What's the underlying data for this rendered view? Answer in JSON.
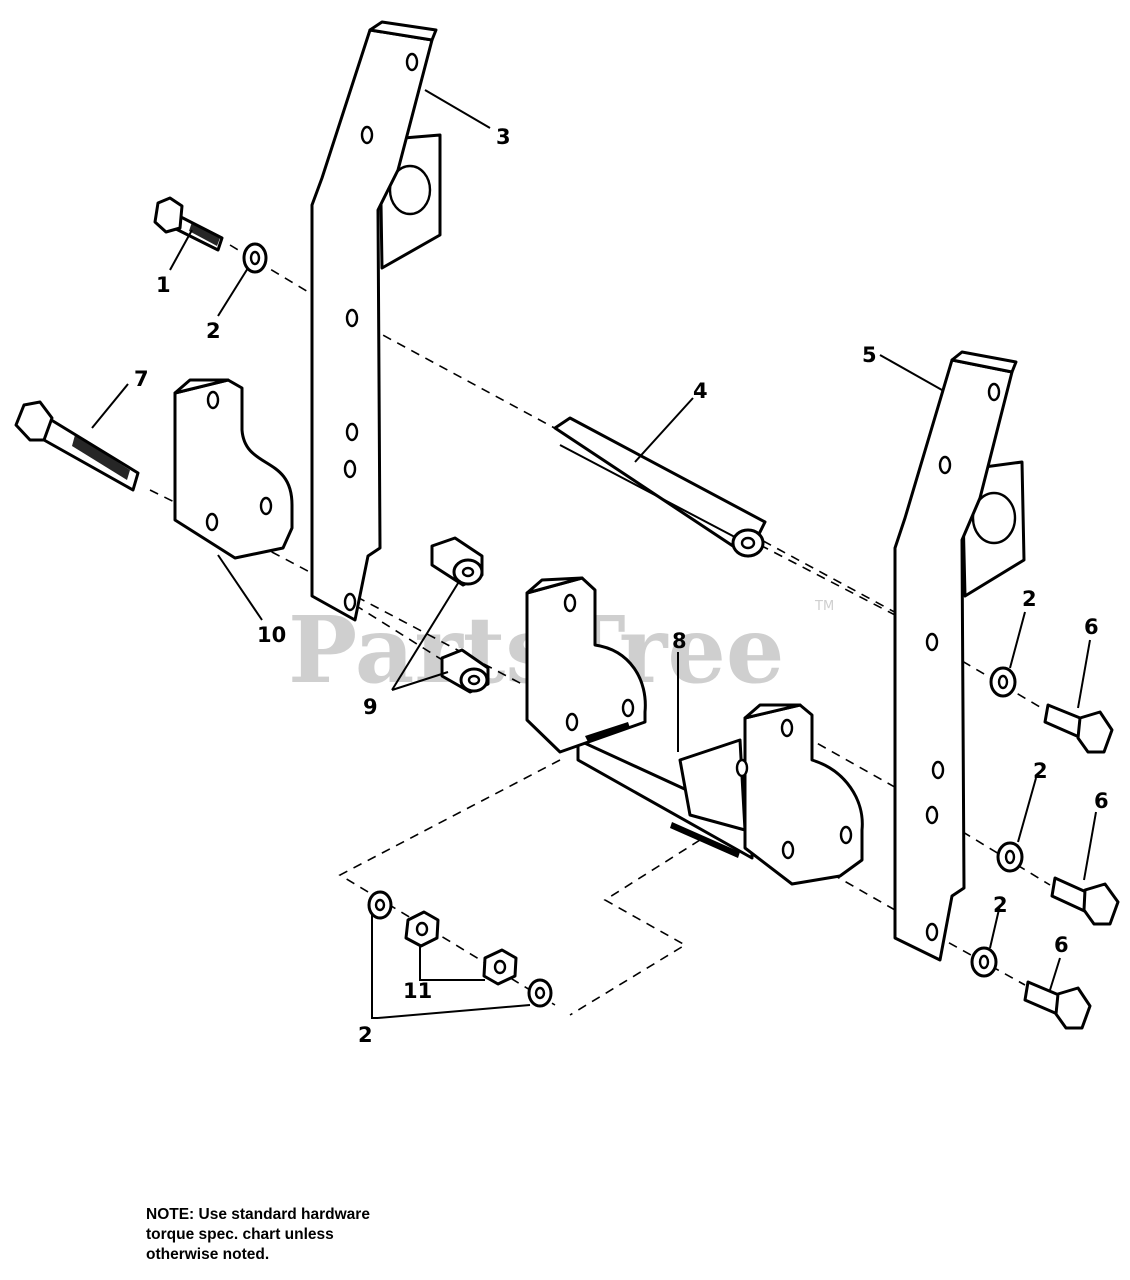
{
  "watermark": {
    "text": "PartsTree",
    "trademark": "TM"
  },
  "callouts": {
    "c1": "1",
    "c2a": "2",
    "c3": "3",
    "c4": "4",
    "c5": "5",
    "c7": "7",
    "c10": "10",
    "c9": "9",
    "c8": "8",
    "c2b": "2",
    "c6a": "6",
    "c2c": "2",
    "c6b": "6",
    "c2d": "2",
    "c6c": "6",
    "c11": "11",
    "c2e": "2"
  },
  "note": {
    "lines": [
      "NOTE: Use standard hardware",
      "torque spec. chart unless",
      "otherwise noted."
    ]
  }
}
